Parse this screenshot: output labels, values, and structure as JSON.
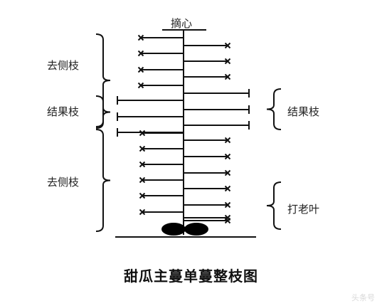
{
  "labels": {
    "top": "摘心",
    "left_upper": "去侧枝",
    "left_middle": "结果枝",
    "left_lower": "去侧枝",
    "right_middle": "结果枝",
    "right_lower": "打老叶"
  },
  "caption": "甜瓜主蔓单蔓整枝图",
  "watermark": "头条号",
  "branch_groups": [
    {
      "side": "left",
      "type": "removed",
      "count": 4
    },
    {
      "side": "right",
      "type": "removed",
      "count": 3
    },
    {
      "side": "left",
      "type": "fruiting",
      "count": 3
    },
    {
      "side": "right",
      "type": "fruiting",
      "count": 3
    },
    {
      "side": "left",
      "type": "removed",
      "count": 6
    },
    {
      "side": "right",
      "type": "removed",
      "count": 7
    }
  ],
  "colors": {
    "line": "#111111",
    "text": "#222222",
    "leaf": "#000000"
  }
}
